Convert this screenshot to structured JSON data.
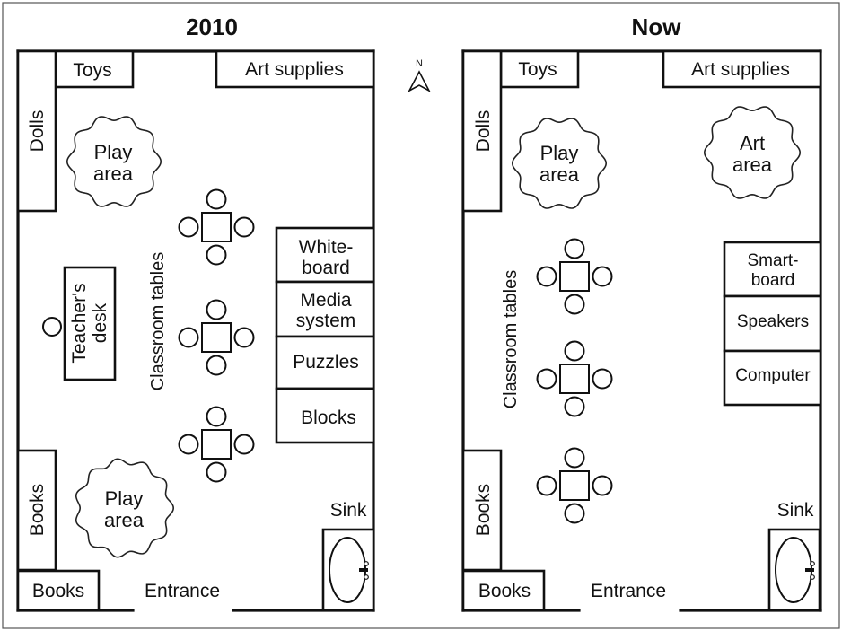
{
  "compass_label": "N",
  "plans": [
    {
      "title": "2010",
      "labels": {
        "toys": "Toys",
        "art_supplies": "Art supplies",
        "dolls": "Dolls",
        "play_area_top": [
          "Play",
          "area"
        ],
        "classroom_tables": "Classroom tables",
        "teachers_desk": [
          "Teacher's",
          "desk"
        ],
        "whiteboard": [
          "White-",
          "board"
        ],
        "media_system": [
          "Media",
          "system"
        ],
        "puzzles": "Puzzles",
        "blocks": "Blocks",
        "books_side": "Books",
        "play_area_bottom": [
          "Play",
          "area"
        ],
        "sink": "Sink",
        "books_bottom": "Books",
        "entrance": "Entrance"
      }
    },
    {
      "title": "Now",
      "labels": {
        "toys": "Toys",
        "art_supplies": "Art supplies",
        "dolls": "Dolls",
        "play_area": [
          "Play",
          "area"
        ],
        "art_area": [
          "Art",
          "area"
        ],
        "classroom_tables": "Classroom  tables",
        "smartboard": [
          "Smart-",
          "board"
        ],
        "speakers": "Speakers",
        "computer": "Computer",
        "books_side": "Books",
        "sink": "Sink",
        "books_bottom": "Books",
        "entrance": "Entrance"
      }
    }
  ]
}
